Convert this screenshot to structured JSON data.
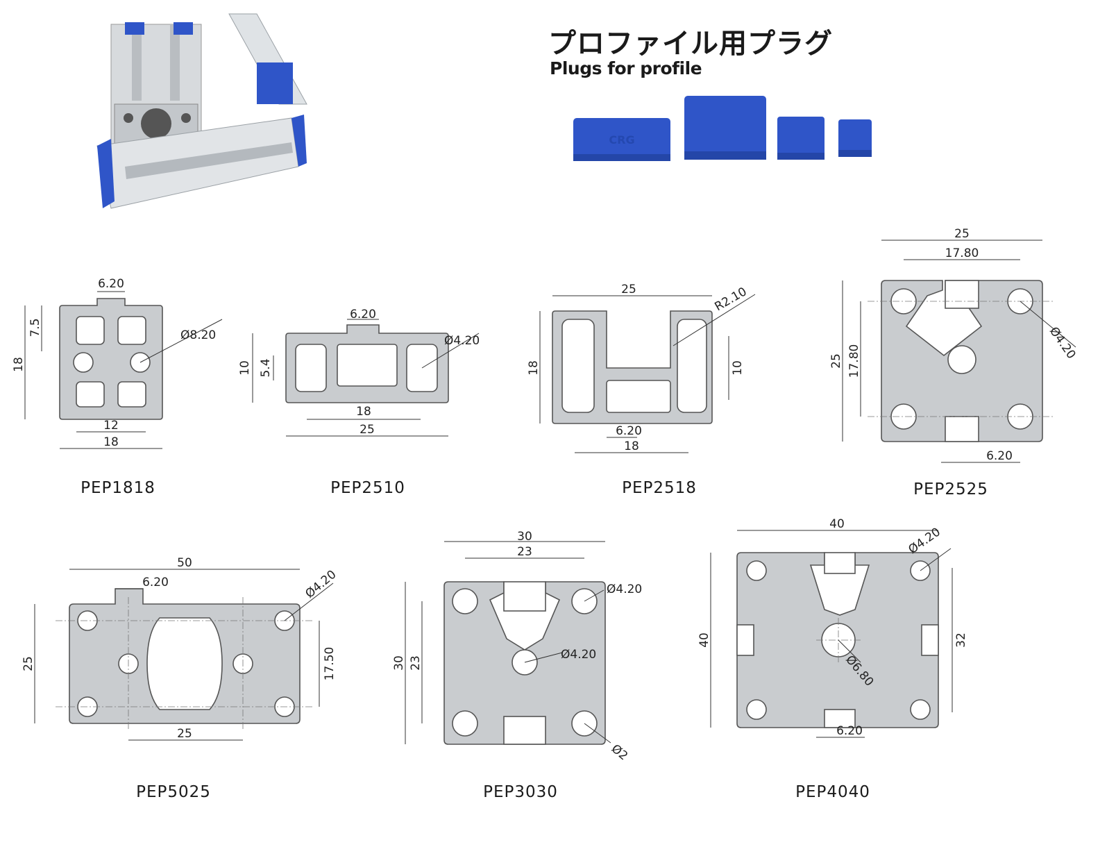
{
  "header": {
    "title_jp": "プロファイル用プラグ",
    "title_en": "Plugs for profile",
    "brand_mark": "CRG"
  },
  "profiles": {
    "pep1818": {
      "name": "PEP1818",
      "d_slot": "6.20",
      "d_height": "18",
      "d_upper": "7.5",
      "d_hole": "Ø8.20",
      "d_inner": "12",
      "d_width": "18"
    },
    "pep2510": {
      "name": "PEP2510",
      "d_slot": "6.20",
      "d_height": "10",
      "d_inner_h": "5.4",
      "d_hole": "Ø4.20",
      "d_inner": "18",
      "d_width": "25"
    },
    "pep2518": {
      "name": "PEP2518",
      "d_width_top": "25",
      "d_radius": "R2.10",
      "d_height": "18",
      "d_right_h": "10",
      "d_slot": "6.20",
      "d_inner": "18"
    },
    "pep2525": {
      "name": "PEP2525",
      "d_width": "25",
      "d_pitch": "17.80",
      "d_height": "25",
      "d_pitch_v": "17.80",
      "d_hole": "Ø4.20",
      "d_slot": "6.20"
    },
    "pep5025": {
      "name": "PEP5025",
      "d_width": "50",
      "d_slot": "6.20",
      "d_hole": "Ø4.20",
      "d_height": "25",
      "d_pitch_v": "17.50",
      "d_inner": "25"
    },
    "pep3030": {
      "name": "PEP3030",
      "d_width": "30",
      "d_inner": "23",
      "d_hole": "Ø4.20",
      "d_center": "Ø4.20",
      "d_height": "30",
      "d_inner_v": "23",
      "d_small": "Ø2"
    },
    "pep4040": {
      "name": "PEP4040",
      "d_width": "40",
      "d_hole": "Ø4.20",
      "d_height": "40",
      "d_pitch_v": "32",
      "d_center": "Ø6.80",
      "d_slot": "6.20"
    }
  }
}
